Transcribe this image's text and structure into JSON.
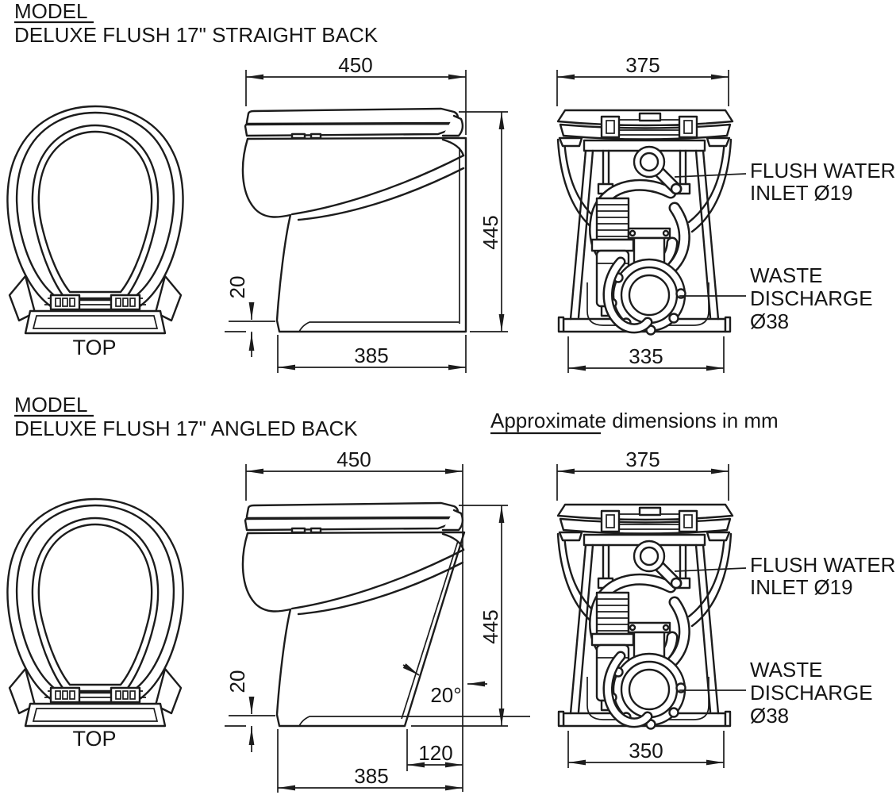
{
  "sheet": {
    "note_underlined": "Approximate",
    "note_rest": " dimensions in mm"
  },
  "sections": [
    {
      "heading": "MODEL",
      "model_name": "DELUXE FLUSH 17\" STRAIGHT BACK",
      "top_view_caption": "TOP",
      "side_view": {
        "width": "450",
        "height": "445",
        "base_height": "20",
        "base_depth": "385"
      },
      "rear_view": {
        "width": "375",
        "base_width": "335",
        "flush_label_1": "FLUSH WATER",
        "flush_label_2": "INLET Ø19",
        "waste_label_1": "WASTE",
        "waste_label_2": "DISCHARGE",
        "waste_label_3": "Ø38"
      }
    },
    {
      "heading": "MODEL",
      "model_name": "DELUXE FLUSH 17\" ANGLED BACK",
      "top_view_caption": "TOP",
      "side_view": {
        "width": "450",
        "height": "445",
        "base_height": "20",
        "base_depth": "385",
        "back_angle": "20°",
        "back_offset": "120"
      },
      "rear_view": {
        "width": "375",
        "base_width": "350",
        "flush_label_1": "FLUSH WATER",
        "flush_label_2": "INLET Ø19",
        "waste_label_1": "WASTE",
        "waste_label_2": "DISCHARGE",
        "waste_label_3": "Ø38"
      }
    }
  ]
}
